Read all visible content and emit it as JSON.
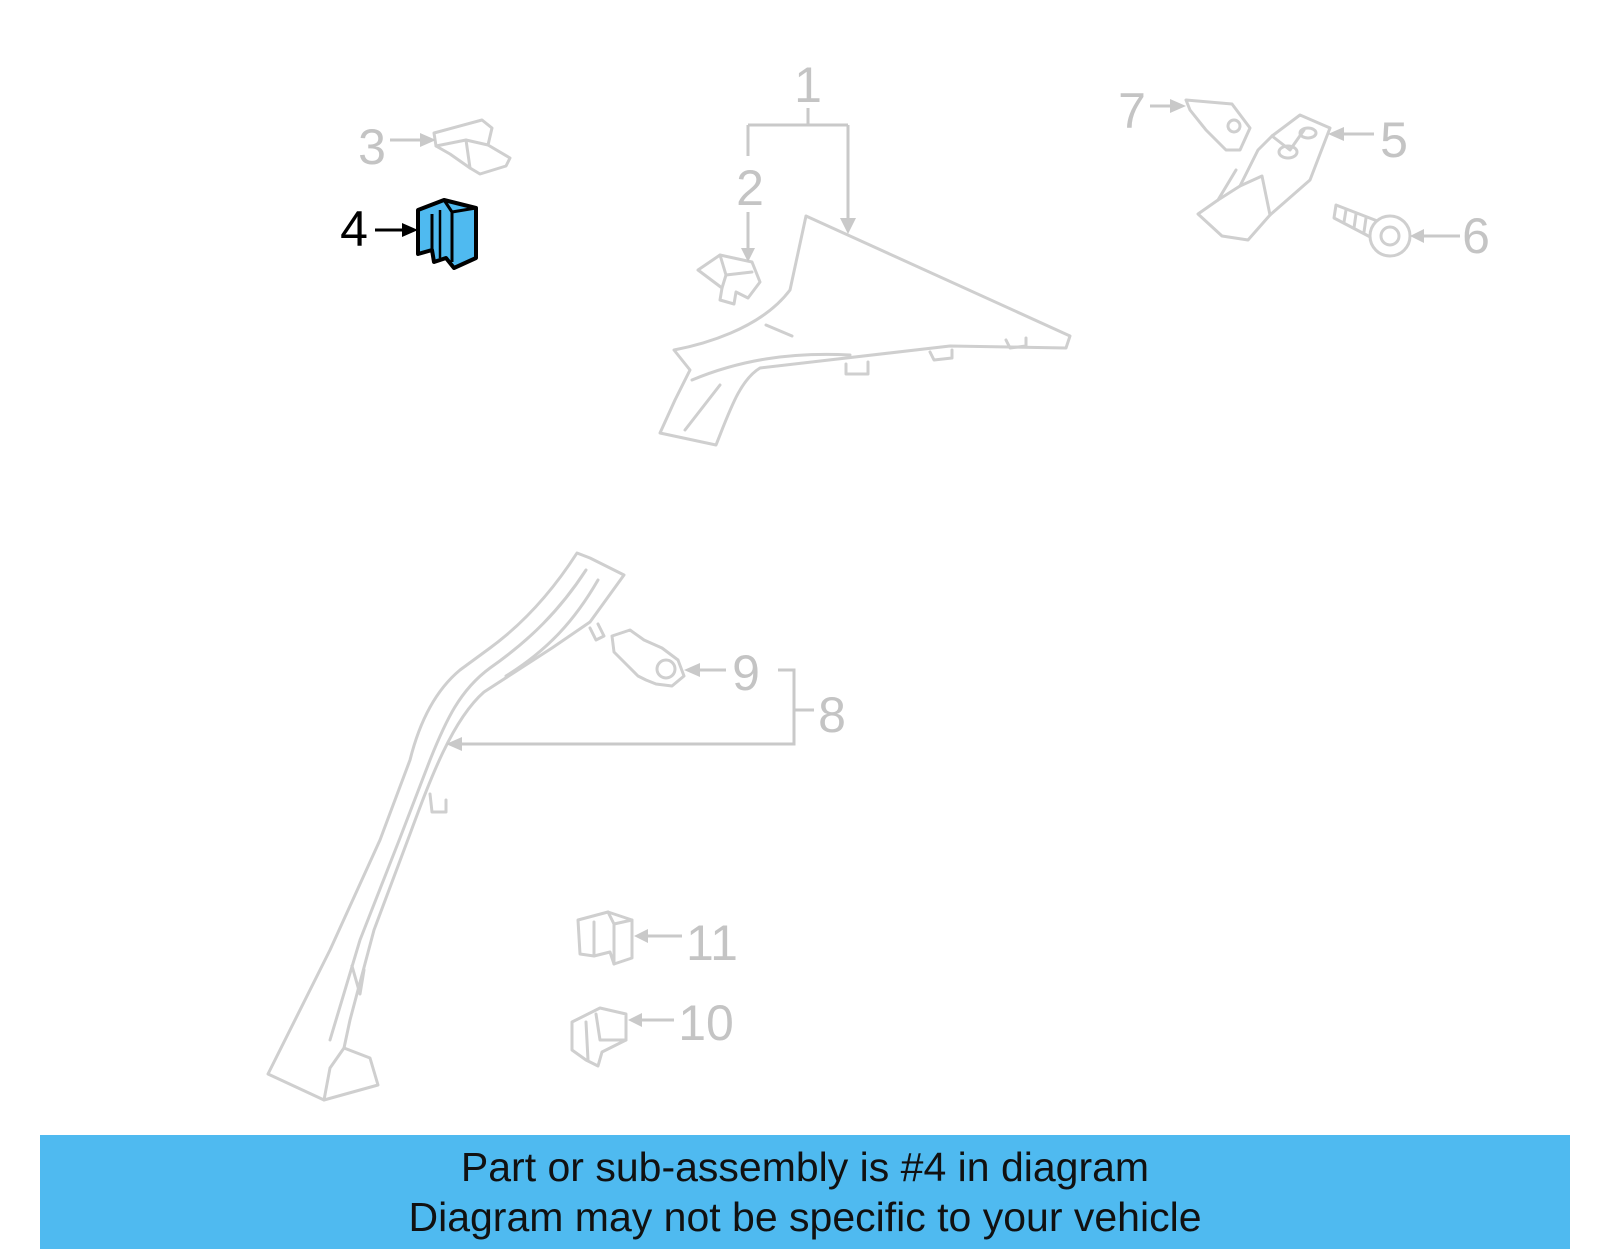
{
  "colors": {
    "highlight_fill": "#4fbaf0",
    "highlight_stroke": "#000000",
    "ghost_stroke": "#cfcfcf",
    "ghost_label": "#c4c4c4",
    "label_active": "#000000",
    "banner_bg": "#4fbaf0",
    "banner_text": "#111111"
  },
  "callouts": [
    {
      "number": "1",
      "highlighted": false
    },
    {
      "number": "2",
      "highlighted": false
    },
    {
      "number": "3",
      "highlighted": false
    },
    {
      "number": "4",
      "highlighted": true
    },
    {
      "number": "5",
      "highlighted": false
    },
    {
      "number": "6",
      "highlighted": false
    },
    {
      "number": "7",
      "highlighted": false
    },
    {
      "number": "8",
      "highlighted": false
    },
    {
      "number": "9",
      "highlighted": false
    },
    {
      "number": "10",
      "highlighted": false
    },
    {
      "number": "11",
      "highlighted": false
    }
  ],
  "banner": {
    "line1": "Part or sub-assembly is #4 in diagram",
    "line2": "Diagram may not be specific to your vehicle"
  }
}
